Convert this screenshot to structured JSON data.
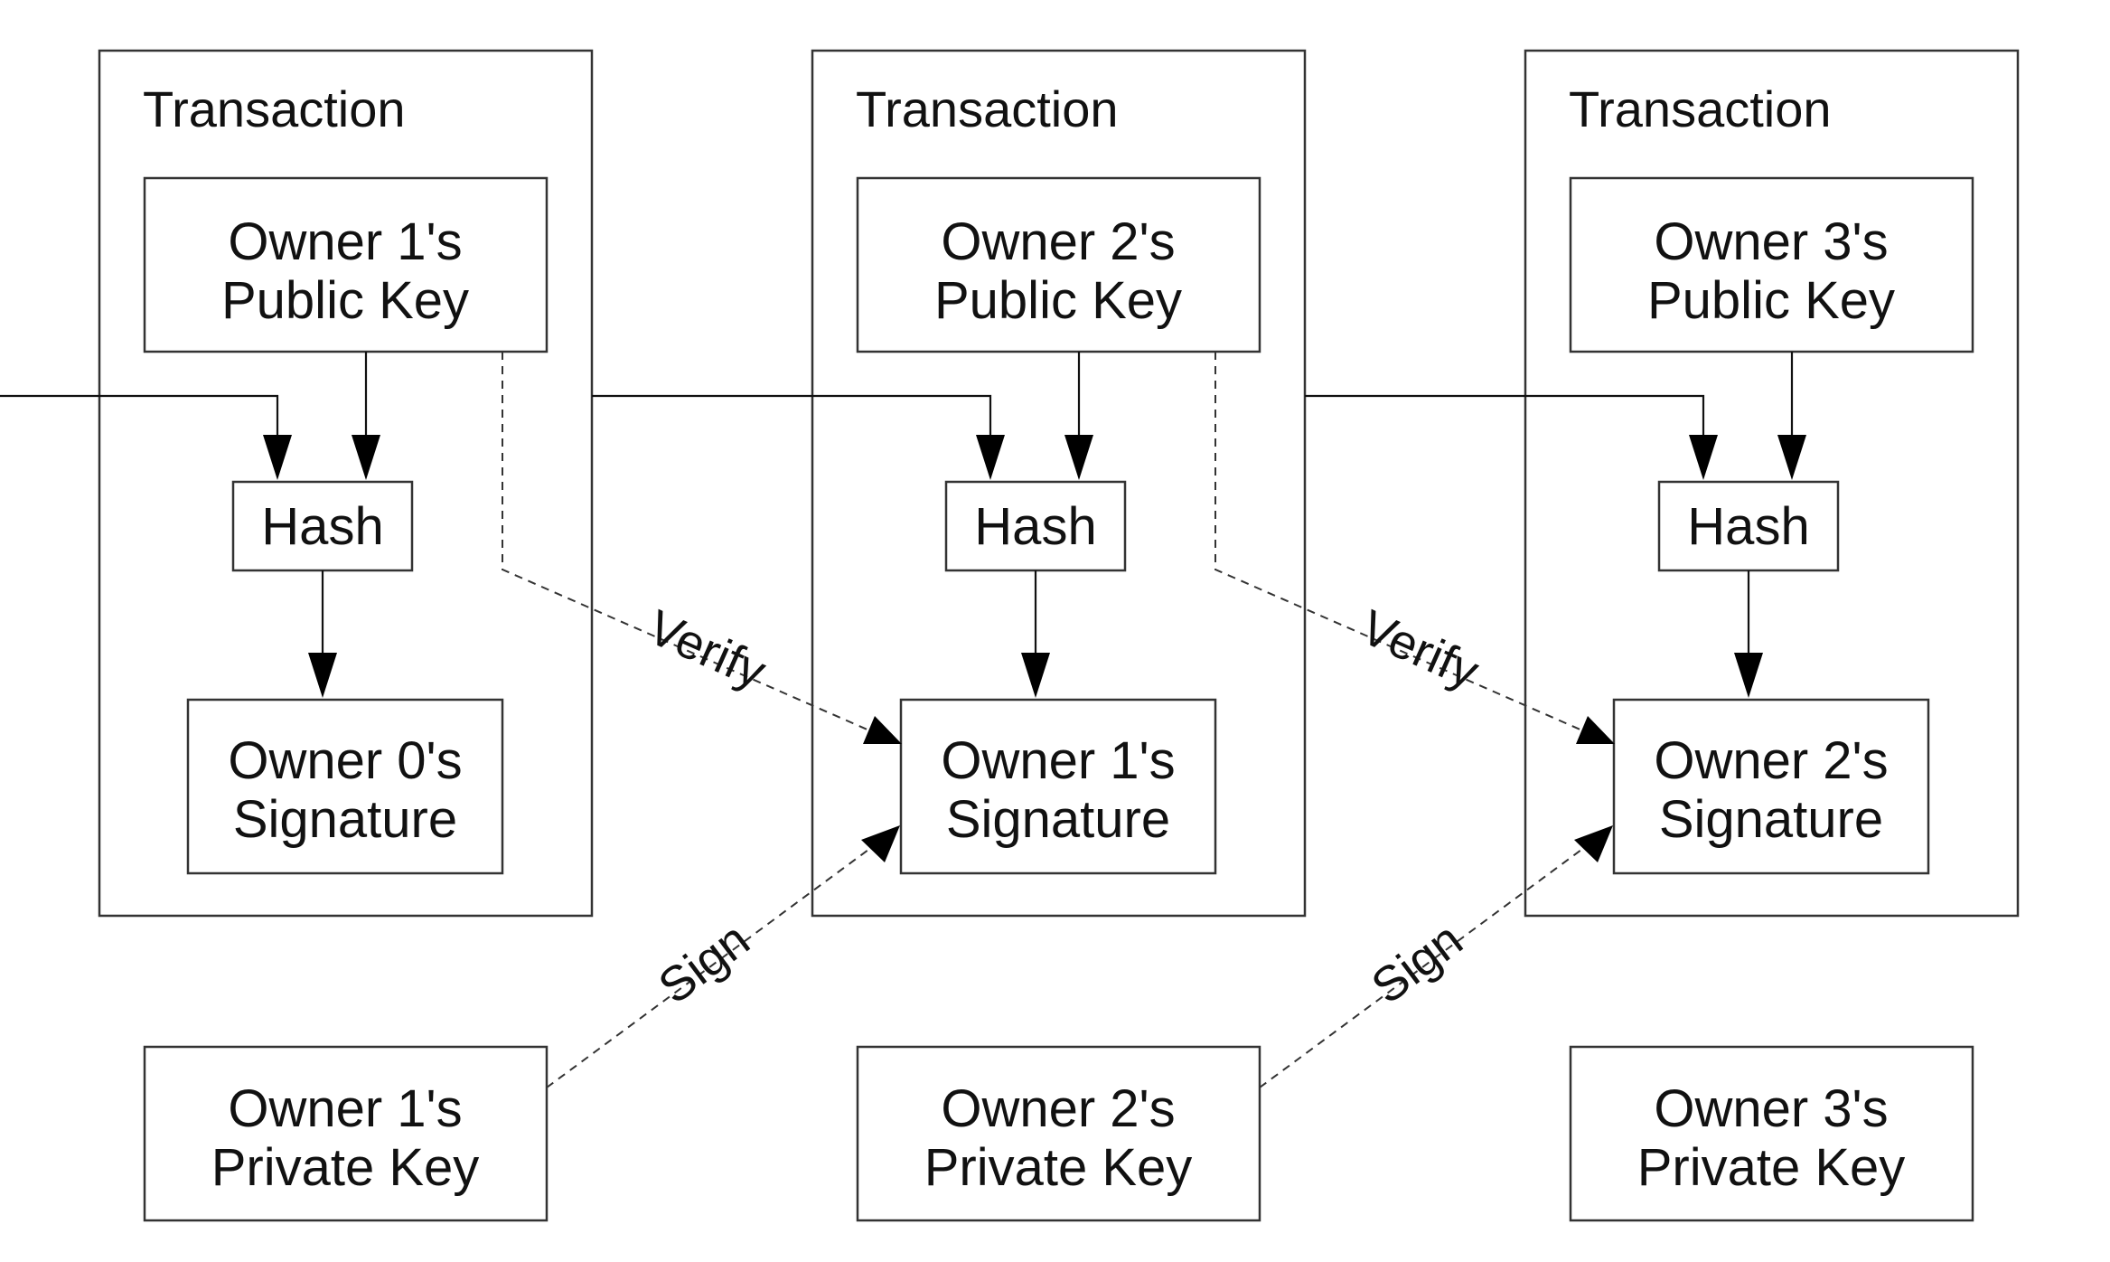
{
  "transactions": [
    {
      "title": "Transaction",
      "public_key": [
        "Owner 1's",
        "Public Key"
      ],
      "hash": "Hash",
      "signature": [
        "Owner 0's",
        "Signature"
      ],
      "private_key": [
        "Owner 1's",
        "Private Key"
      ]
    },
    {
      "title": "Transaction",
      "public_key": [
        "Owner 2's",
        "Public Key"
      ],
      "hash": "Hash",
      "signature": [
        "Owner 1's",
        "Signature"
      ],
      "private_key": [
        "Owner 2's",
        "Private Key"
      ]
    },
    {
      "title": "Transaction",
      "public_key": [
        "Owner 3's",
        "Public Key"
      ],
      "hash": "Hash",
      "signature": [
        "Owner 2's",
        "Signature"
      ],
      "private_key": [
        "Owner 3's",
        "Private Key"
      ]
    }
  ],
  "edges": {
    "verify_label": "Verify",
    "sign_label": "Sign"
  }
}
